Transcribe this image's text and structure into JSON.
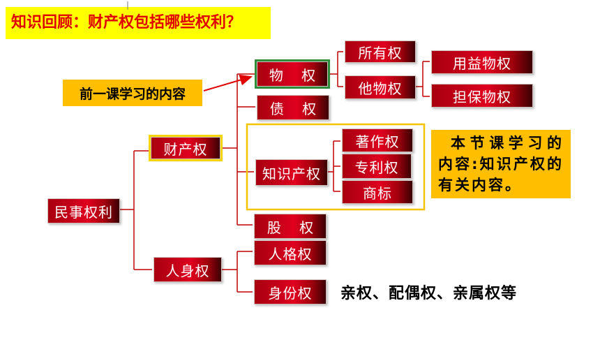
{
  "title": "知识回顾：财产权包括哪些权利？",
  "nodes": {
    "root": "民事权利",
    "property": "财产权",
    "personal": "人身权",
    "real_right": "物 权",
    "debt": "债 权",
    "ip": "知识产权",
    "equity": "股 权",
    "personality": "人格权",
    "identity": "身份权",
    "ownership": "所有权",
    "other_real": "他物权",
    "usufruct": "用益物权",
    "security": "担保物权",
    "copyright": "著作权",
    "patent": "专利权",
    "trademark": "商标"
  },
  "callouts": {
    "previous": "前一课学习的内容",
    "current": "本节课学习的内容:知识产权的有关内容。"
  },
  "family_rights": "亲权、配偶权、亲属权等",
  "colors": {
    "box_red": "#c8001a",
    "line_red": "#c00000",
    "banner_yellow": "#ffff00",
    "callout_orange": "#ffbf00",
    "frame_yellow": "#f5c400",
    "highlight_green": "#2e8b3a"
  }
}
